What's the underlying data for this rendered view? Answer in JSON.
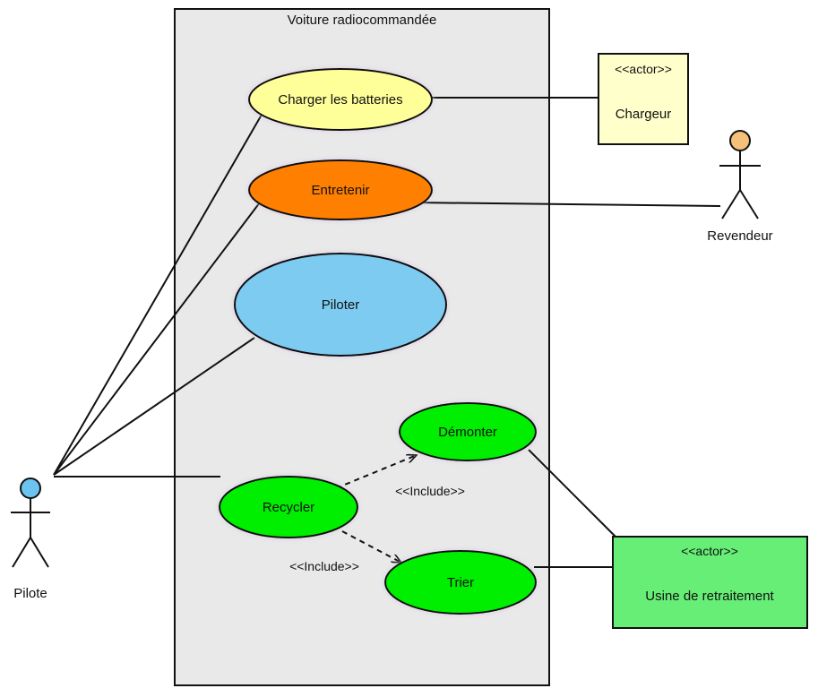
{
  "system": {
    "title": "Voiture radiocommandée"
  },
  "use_cases": {
    "charger": {
      "label": "Charger les batteries",
      "color": "#ffff99"
    },
    "entretenir": {
      "label": "Entretenir",
      "color": "#ff7f00"
    },
    "piloter": {
      "label": "Piloter",
      "color": "#7ecbf2"
    },
    "demonter": {
      "label": "Démonter",
      "color": "#00ee00"
    },
    "recycler": {
      "label": "Recycler",
      "color": "#00ee00"
    },
    "trier": {
      "label": "Trier",
      "color": "#00ee00"
    }
  },
  "actors": {
    "pilote": {
      "name": "Pilote",
      "head_color": "#6cc3f0"
    },
    "revendeur": {
      "name": "Revendeur",
      "head_color": "#f5c07a"
    }
  },
  "actor_boxes": {
    "chargeur": {
      "stereotype": "<<actor>>",
      "name": "Chargeur",
      "color": "#ffffcc"
    },
    "usine": {
      "stereotype": "<<actor>>",
      "name": "Usine de retraitement",
      "color": "#66ee77"
    }
  },
  "includes": {
    "recycler_demonter": "<<Include>>",
    "recycler_trier": "<<Include>>"
  }
}
